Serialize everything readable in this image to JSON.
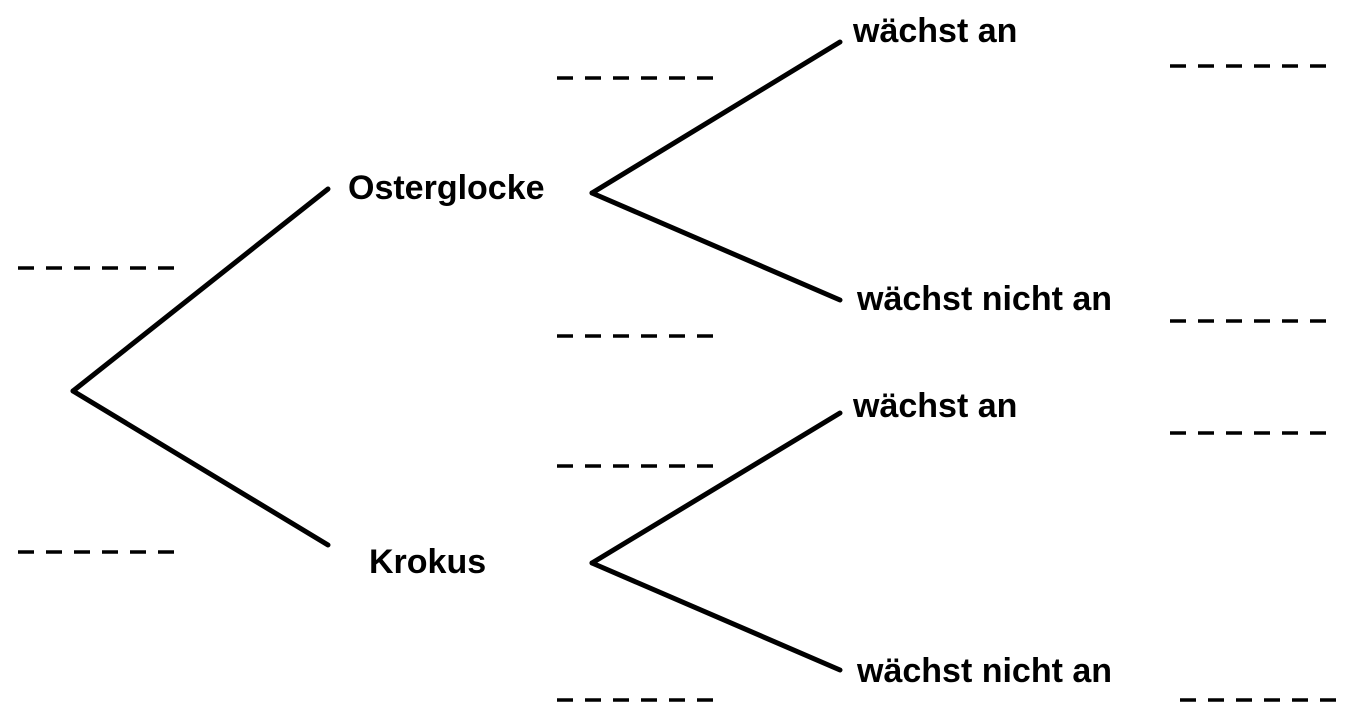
{
  "diagram": {
    "type": "probability-tree",
    "root": {
      "children": [
        {
          "label": "Osterglocke",
          "probability_blank": "",
          "children": [
            {
              "label": "wächst an",
              "probability_blank": ""
            },
            {
              "label": "wächst nicht an",
              "probability_blank": ""
            }
          ]
        },
        {
          "label": "Krokus",
          "probability_blank": "",
          "children": [
            {
              "label": "wächst an",
              "probability_blank": ""
            },
            {
              "label": "wächst nicht an",
              "probability_blank": ""
            }
          ]
        }
      ]
    },
    "colors": {
      "line": "#000000",
      "background": "#ffffff"
    }
  }
}
